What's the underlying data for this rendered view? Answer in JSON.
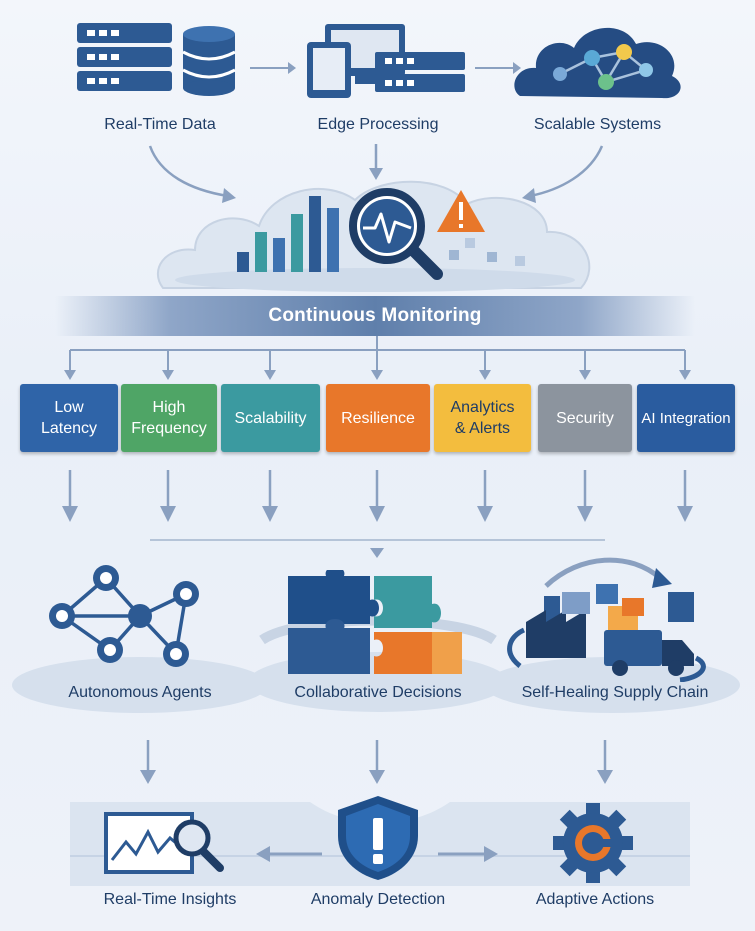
{
  "top": {
    "sources": [
      {
        "label": "Real-Time Data"
      },
      {
        "label": "Edge Processing"
      },
      {
        "label": "Scalable Systems"
      }
    ]
  },
  "monitoring": {
    "title": "Continuous Monitoring"
  },
  "features": [
    {
      "label": "Low\nLatency",
      "color": "#2f64a8",
      "text_color": "#ffffff"
    },
    {
      "label": "High\nFrequency",
      "color": "#4fa566",
      "text_color": "#ffffff"
    },
    {
      "label": "Scalability",
      "color": "#3b9aa0",
      "text_color": "#ffffff"
    },
    {
      "label": "Resilience",
      "color": "#e8772a",
      "text_color": "#ffffff"
    },
    {
      "label": "Analytics\n& Alerts",
      "color": "#f3bd3e",
      "text_color": "#1f3d66"
    },
    {
      "label": "Security",
      "color": "#8c949e",
      "text_color": "#ffffff"
    },
    {
      "label": "AI Integration",
      "color": "#2a5c9f",
      "text_color": "#ffffff"
    }
  ],
  "capabilities": [
    {
      "label": "Autonomous Agents"
    },
    {
      "label": "Collaborative Decisions"
    },
    {
      "label": "Self-Healing Supply Chain"
    }
  ],
  "outcomes": [
    {
      "label": "Real-Time Insights"
    },
    {
      "label": "Anomaly Detection"
    },
    {
      "label": "Adaptive Actions"
    }
  ],
  "icons": {
    "data": "server-database-icon",
    "edge": "edge-devices-icon",
    "cloud": "cloud-network-icon",
    "monitor": "magnifier-pulse-icon",
    "alert": "warning-icon",
    "agents": "network-nodes-icon",
    "puzzle": "puzzle-icon",
    "factory": "factory-truck-icon",
    "insights": "chart-magnifier-icon",
    "shield": "shield-alert-icon",
    "gear": "gear-icon"
  },
  "palette": {
    "navy": "#1f3d66",
    "arrow": "#8aa0c0",
    "accent_orange": "#e8772a"
  }
}
